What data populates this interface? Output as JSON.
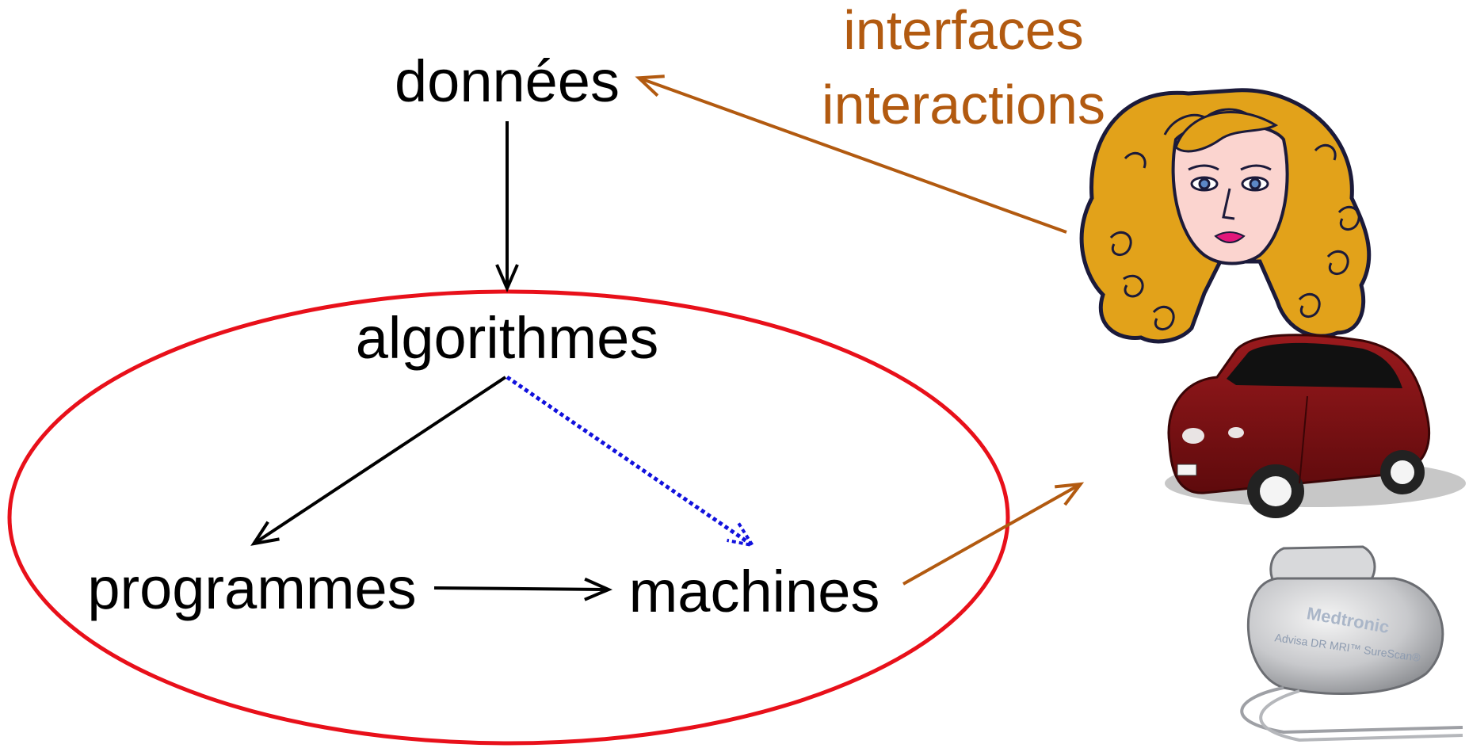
{
  "nodes": {
    "donnees": "données",
    "algorithmes": "algorithmes",
    "programmes": "programmes",
    "machines": "machines"
  },
  "interfaces": {
    "line1": "interfaces",
    "line2": "interactions"
  },
  "device": {
    "brand": "Medtronic",
    "model": "Advisa DR MRI™ SureScan®"
  },
  "colors": {
    "text": "#000000",
    "ellipse": "#e8101a",
    "interface": "#b25a10",
    "dotted": "#1111dd",
    "car_body": "#7a0f12",
    "hair": "#e2a21a",
    "skin": "#fbd4cf"
  }
}
